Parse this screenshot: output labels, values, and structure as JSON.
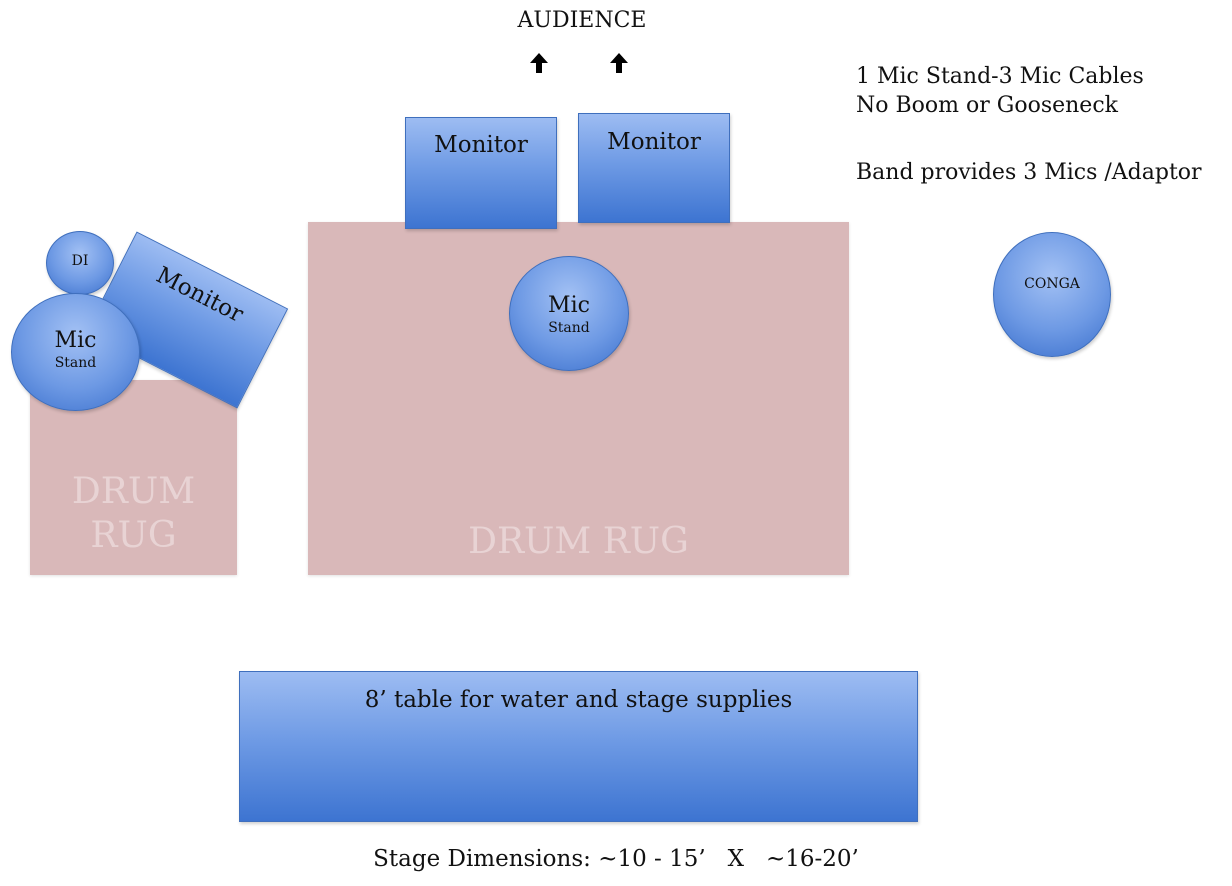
{
  "audience": "AUDIENCE",
  "notes": {
    "line1": "1 Mic Stand-3 Mic Cables",
    "line2": "No Boom or Gooseneck",
    "line3": "Band provides 3 Mics /Adaptor"
  },
  "monitors": {
    "front_left": "Monitor",
    "front_right": "Monitor",
    "side": "Monitor"
  },
  "di": "DI",
  "mic_stand": {
    "big": "Mic",
    "small": "Stand"
  },
  "conga": "CONGA",
  "rugs": {
    "main": "DRUM RUG",
    "side": "DRUM\nRUG"
  },
  "table": "8’ table for water and stage supplies",
  "stage_dimensions": "Stage Dimensions: ~10 - 15’   X   ~16-20’",
  "icons": {
    "audience_arrow": "arrow-up-icon"
  },
  "colors": {
    "rug": "#d9b8b9",
    "equipment": "#6f9be5"
  }
}
